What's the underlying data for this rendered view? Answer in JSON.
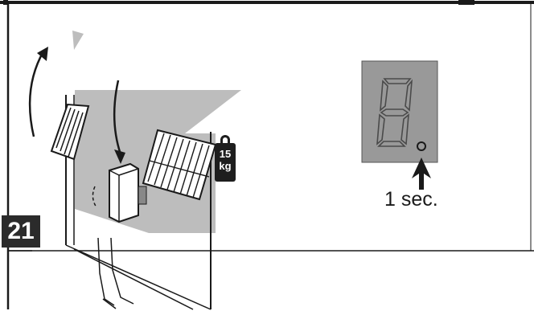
{
  "step": {
    "number": "21"
  },
  "weight": {
    "value": "15",
    "unit": "kg"
  },
  "timing": {
    "label": "1 sec."
  },
  "colors": {
    "shade": "#bdbdbd",
    "display_bg": "#999999",
    "badge": "#2b2b2b",
    "ink": "#1a1a1a"
  },
  "icons": [
    "up-arrow-icon",
    "down-arrow-icon",
    "weight-icon",
    "pointer-arrow-icon",
    "seven-segment-digit-icon"
  ]
}
